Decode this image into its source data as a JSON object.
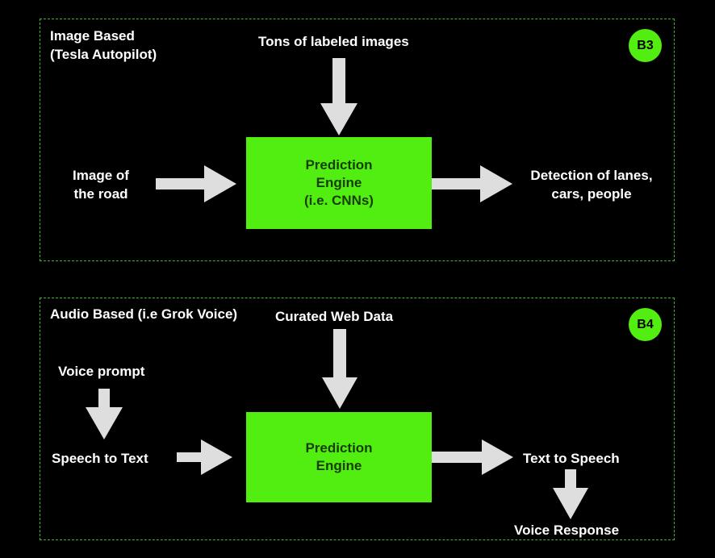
{
  "colors": {
    "background": "#000000",
    "accent_green": "#52ee12",
    "border_green": "#3fb52a",
    "arrow_gray": "#dedede",
    "engine_text": "#163d05"
  },
  "top_panel": {
    "title_line1": "Image Based",
    "title_line2": "(Tesla Autopilot)",
    "badge": "B3",
    "top_input": "Tons of labeled images",
    "left_input_line1": "Image of",
    "left_input_line2": "the road",
    "engine_text": "Prediction\nEngine\n(i.e. CNNs)",
    "output_line1": "Detection of lanes,",
    "output_line2": "cars, people"
  },
  "bottom_panel": {
    "title": "Audio Based (i.e Grok Voice)",
    "badge": "B4",
    "top_input": "Curated Web Data",
    "voice_prompt": "Voice prompt",
    "speech_to_text": "Speech to Text",
    "engine_text": "Prediction\nEngine",
    "text_to_speech": "Text to Speech",
    "voice_response": "Voice Response"
  }
}
